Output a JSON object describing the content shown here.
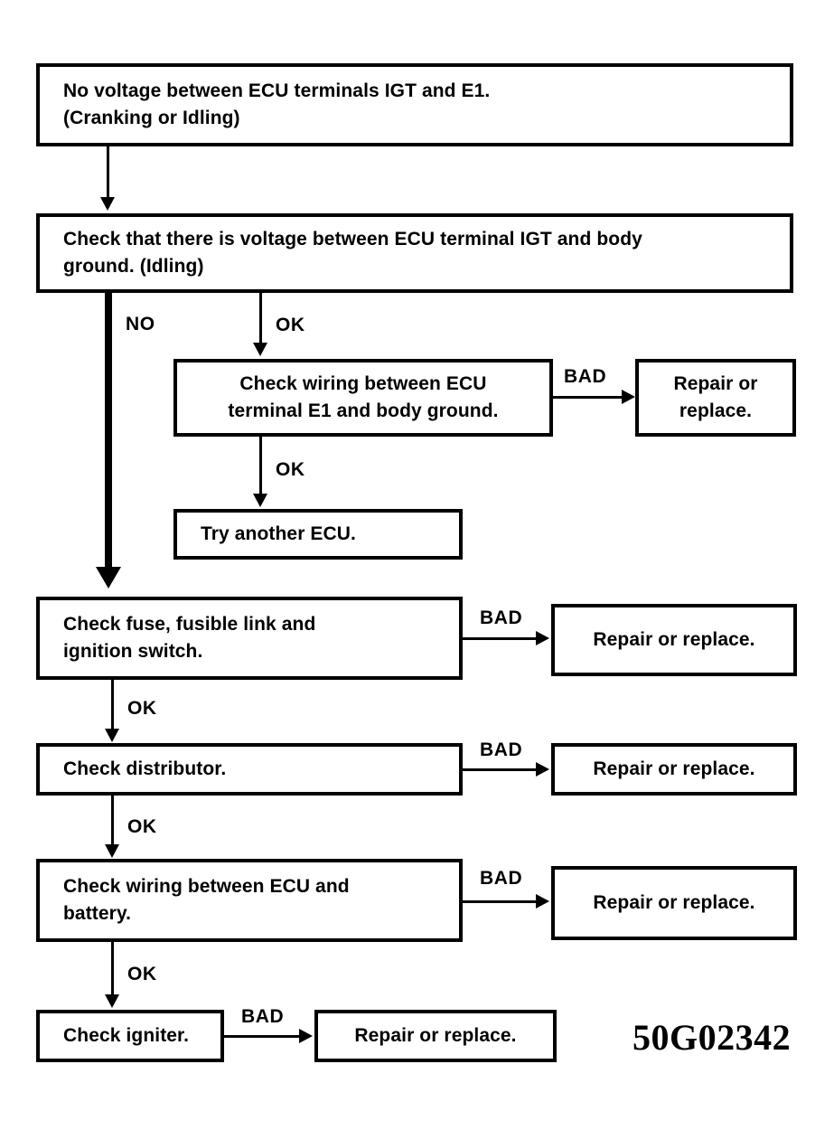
{
  "diagram": {
    "title": "Ignition / IGT signal troubleshooting flowchart",
    "figure_code": "50G02342",
    "colors": {
      "line": "#000000",
      "background": "#ffffff",
      "text": "#000000"
    }
  },
  "nodes": {
    "n1_no_voltage": "No voltage between ECU terminals IGT and E1.\n(Cranking or Idling)",
    "n2_check_igt_body_ground": "Check that there is voltage between ECU terminal IGT and body\nground.  (Idling)",
    "n3_check_wiring_e1": "Check wiring between ECU\nterminal E1 and body ground.",
    "n4_repair_or_replace_1": "Repair or\nreplace.",
    "n5_try_another_ecu": "Try another ECU.",
    "n6_check_fuse": "Check fuse, fusible link and\nignition switch.",
    "n7_repair_or_replace_2": "Repair or replace.",
    "n8_check_distributor": "Check distributor.",
    "n9_repair_or_replace_3": "Repair or replace.",
    "n10_check_wiring_battery": "Check wiring between ECU and\nbattery.",
    "n11_repair_or_replace_4": "Repair or replace.",
    "n12_check_igniter": "Check igniter.",
    "n13_repair_or_replace_5": "Repair or replace."
  },
  "edge_labels": {
    "no_1": "NO",
    "ok_1": "OK",
    "bad_1": "BAD",
    "ok_2": "OK",
    "bad_2": "BAD",
    "ok_3": "OK",
    "bad_3": "BAD",
    "ok_4": "OK",
    "bad_4": "BAD",
    "ok_5": "OK",
    "bad_5": "BAD"
  }
}
